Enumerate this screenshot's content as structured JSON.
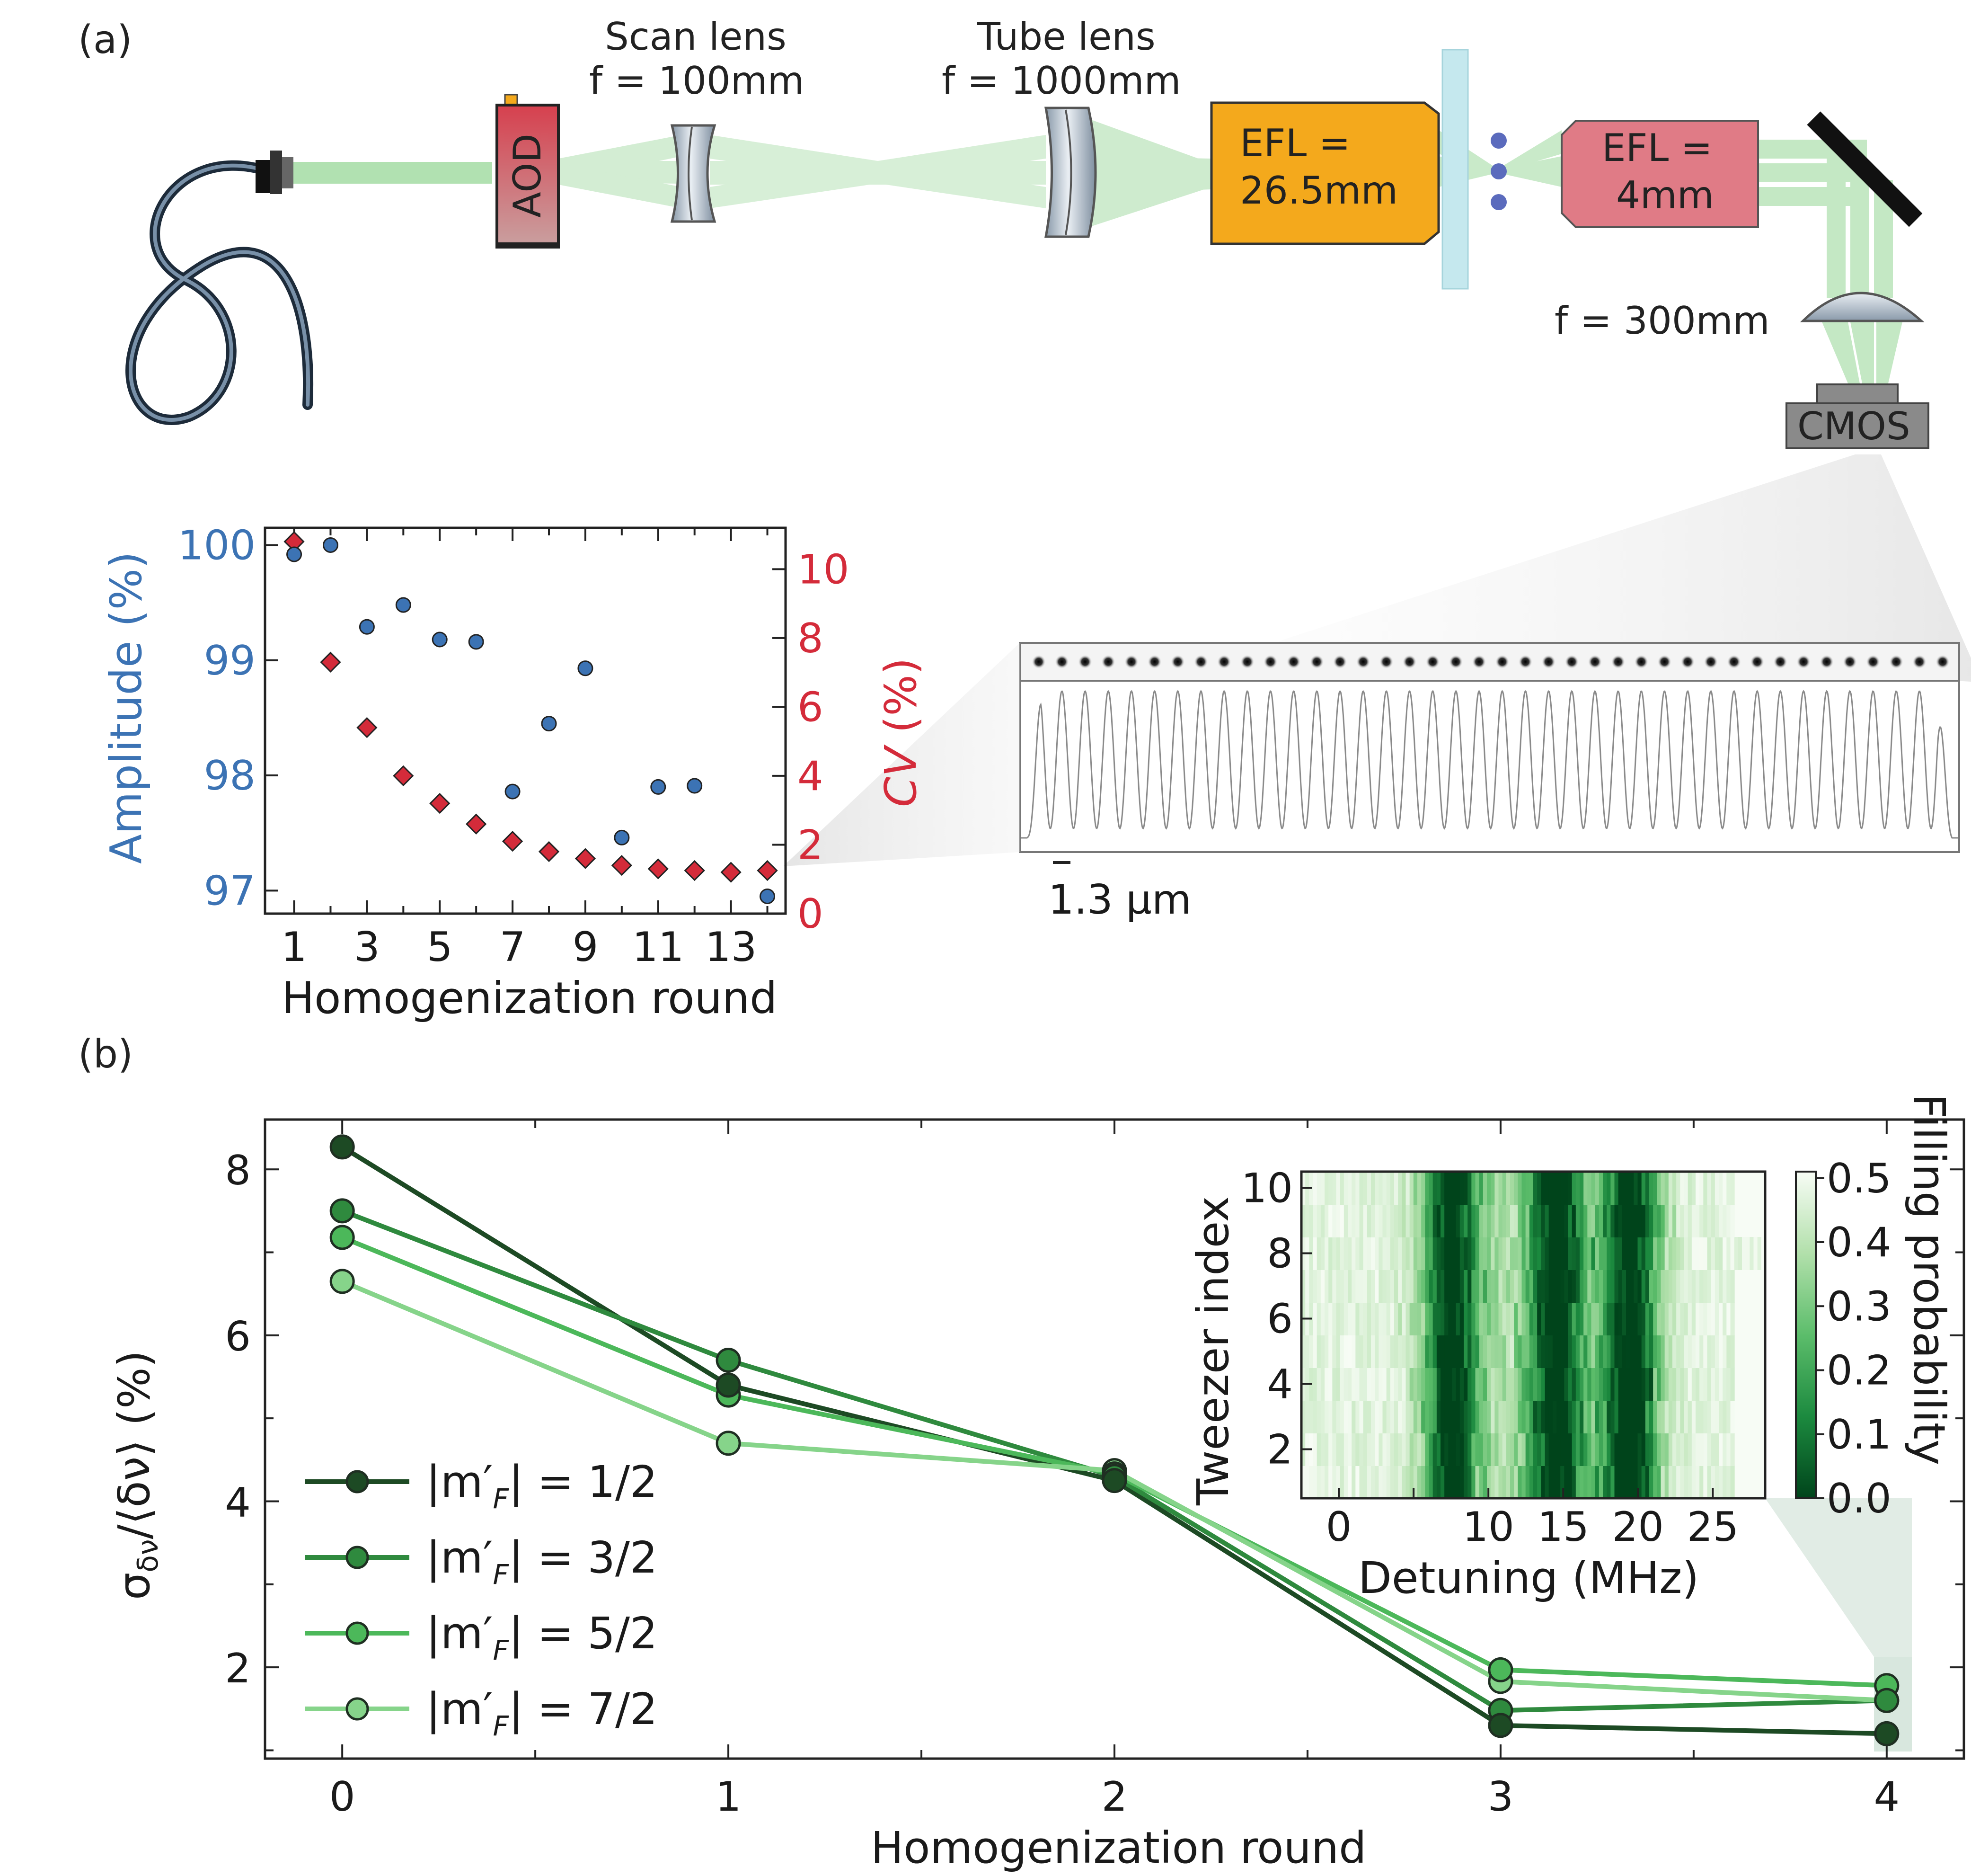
{
  "panel_labels": [
    "(a)",
    "(b)"
  ],
  "setup": {
    "scan_lens": {
      "title": "Scan lens",
      "focal": "f = 100mm"
    },
    "tube_lens": {
      "title": "Tube lens",
      "focal": "f = 1000mm"
    },
    "aod_label": "AOD",
    "objective1": {
      "line1": "EFL =",
      "line2": "26.5mm"
    },
    "objective2": {
      "line1": "EFL =",
      "line2": "4mm"
    },
    "camera_lens_label": "f = 300mm",
    "camera_label": "CMOS",
    "scale_bar_label": "1.3 μm"
  },
  "colors": {
    "beam": "#9ed99e",
    "aod": "#d9414f",
    "objective1": "#f4a91c",
    "objective2": "#e07b86",
    "glass": "#c5e8ee",
    "atom": "#5b6bbd",
    "amplitude": "#3c73b4",
    "cv": "#d42b3a",
    "series": [
      "#1d4a24",
      "#2f8a3e",
      "#4cb85a",
      "#86d48a"
    ]
  },
  "chart_data": [
    {
      "type": "scatter",
      "xlabel": "Homogenization round",
      "ylabel_left": "Amplitude (%)",
      "ylabel_right_italic": "CV",
      "ylabel_right_unit": " (%)",
      "xlim": [
        0.2,
        14.5
      ],
      "ylim_left": [
        96.8,
        100.15
      ],
      "ylim_right": [
        0,
        11.2
      ],
      "xticks": [
        1,
        3,
        5,
        7,
        9,
        11,
        13
      ],
      "yticks_left": [
        97,
        98,
        99,
        100
      ],
      "yticks_right": [
        0,
        2,
        4,
        6,
        8,
        10
      ],
      "series": [
        {
          "name": "Amplitude",
          "axis": "left",
          "marker": "circle",
          "x": [
            1,
            2,
            3,
            4,
            5,
            6,
            7,
            8,
            9,
            10,
            11,
            12,
            14
          ],
          "y": [
            99.92,
            100.0,
            99.29,
            99.48,
            99.18,
            99.16,
            97.86,
            98.45,
            98.93,
            97.46,
            97.9,
            97.91,
            96.95
          ]
        },
        {
          "name": "CV",
          "axis": "right",
          "marker": "diamond",
          "x": [
            1,
            2,
            3,
            4,
            5,
            6,
            7,
            8,
            9,
            10,
            11,
            12,
            13,
            14
          ],
          "y": [
            10.8,
            7.3,
            5.4,
            4.0,
            3.2,
            2.6,
            2.1,
            1.8,
            1.6,
            1.4,
            1.3,
            1.25,
            1.2,
            1.25
          ]
        }
      ]
    },
    {
      "type": "line",
      "xlabel": "Homogenization round",
      "ylabel": "σ_δν/⟨δν⟩ (%)",
      "xlim": [
        -0.2,
        4.2
      ],
      "ylim": [
        0.9,
        8.6
      ],
      "xticks": [
        0,
        1,
        2,
        3,
        4
      ],
      "yticks": [
        2,
        4,
        6,
        8
      ],
      "x": [
        0,
        1,
        2,
        3,
        4
      ],
      "series": [
        {
          "name": "|m'F| = 1/2",
          "values": [
            8.27,
            5.4,
            4.25,
            1.3,
            1.2
          ]
        },
        {
          "name": "|m'F| = 3/2",
          "values": [
            7.5,
            5.7,
            4.3,
            1.48,
            1.6
          ]
        },
        {
          "name": "|m'F| = 5/2",
          "values": [
            7.18,
            5.28,
            4.33,
            1.97,
            1.78
          ]
        },
        {
          "name": "|m'F| = 7/2",
          "values": [
            6.65,
            4.7,
            4.37,
            1.83,
            1.6
          ]
        }
      ],
      "legend": [
        {
          "pre": "|m′",
          "sub": "F",
          "post": "| = 1/2"
        },
        {
          "pre": "|m′",
          "sub": "F",
          "post": "| = 3/2"
        },
        {
          "pre": "|m′",
          "sub": "F",
          "post": "| = 5/2"
        },
        {
          "pre": "|m′",
          "sub": "F",
          "post": "| = 7/2"
        }
      ],
      "ylabel_parts": {
        "sigma": "σ",
        "sub_sigma": "δν",
        "slash": "/⟨δν⟩ (%)"
      }
    },
    {
      "type": "heatmap",
      "xlabel": "Detuning (MHz)",
      "ylabel": "Tweezer index",
      "colorbar_label": "Filling probability",
      "xticks": [
        0,
        10,
        15,
        20,
        25
      ],
      "yticks": [
        2,
        4,
        6,
        8,
        10
      ],
      "colorbar_ticks": [
        0.0,
        0.1,
        0.2,
        0.3,
        0.4,
        0.5
      ],
      "xlim": [
        -2.5,
        28.5
      ],
      "ylim": [
        0.5,
        10.5
      ],
      "rows": 10,
      "resonances_MHz": [
        7.5,
        14.5,
        19.5
      ]
    }
  ]
}
